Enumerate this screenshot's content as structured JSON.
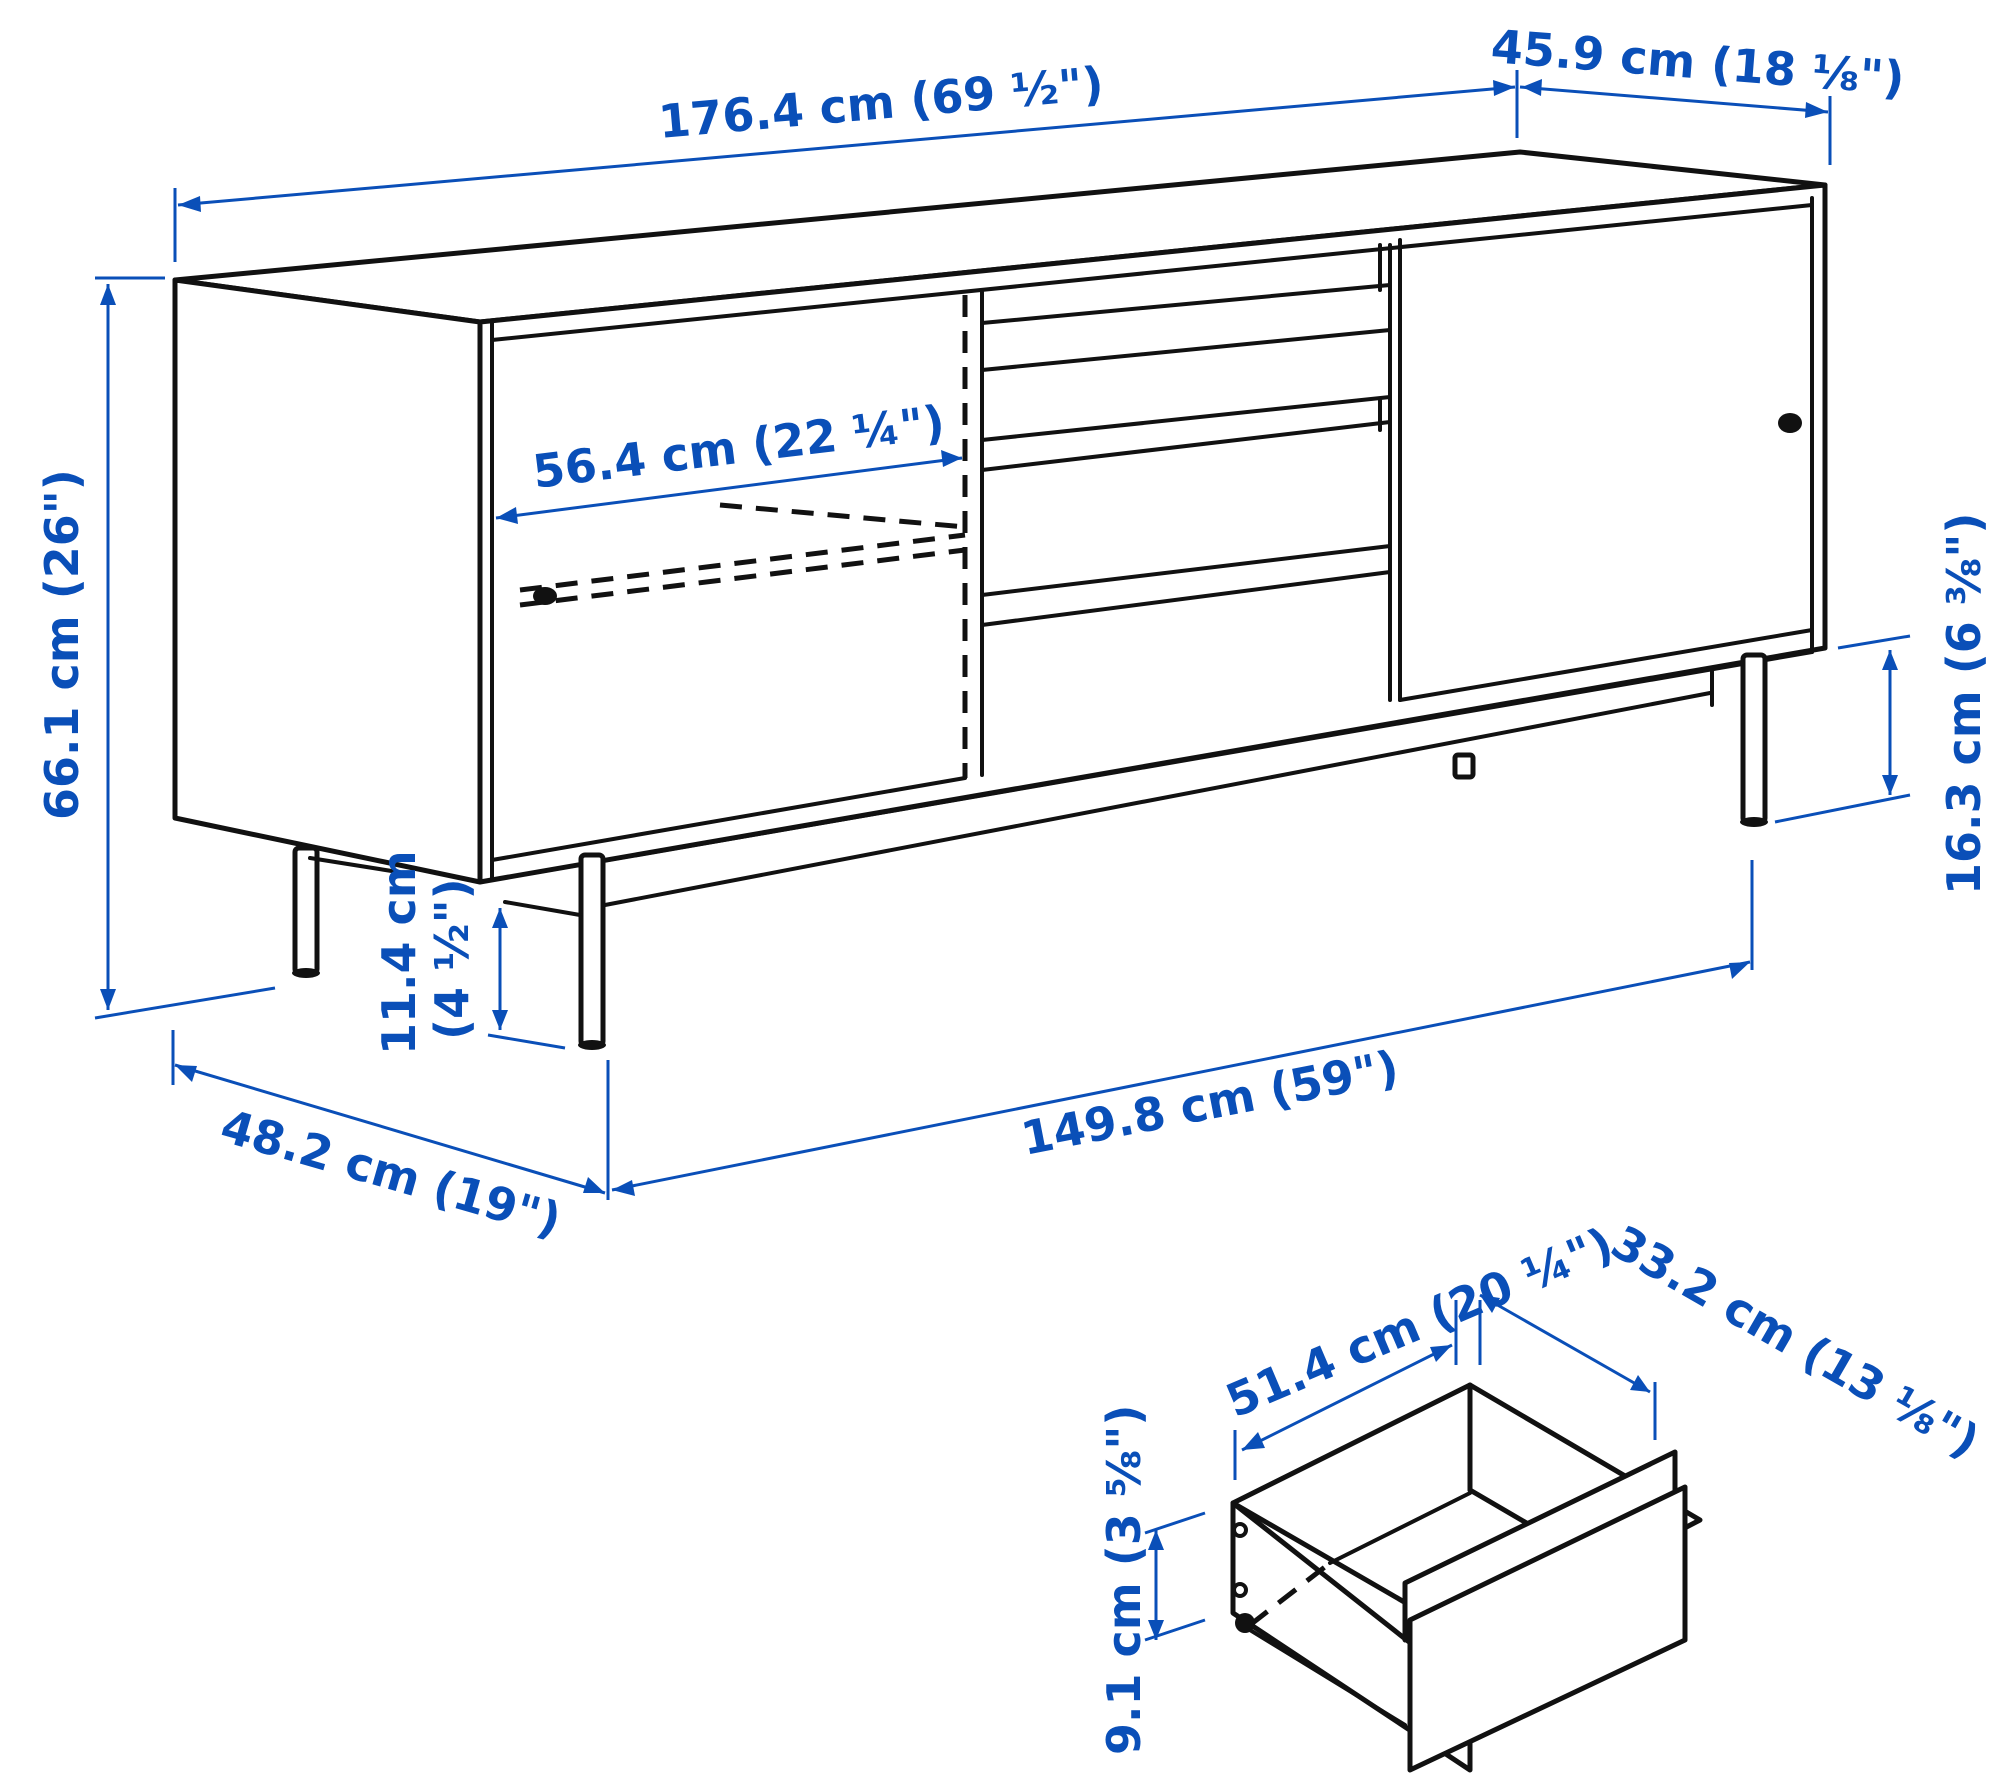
{
  "diagram": {
    "type": "furniture-dimension-drawing",
    "subject": "sideboard with sliding doors and drawers",
    "dimension_color": "#0a4fb8",
    "line_color": "#111111",
    "background": "#ffffff"
  },
  "dimensions": {
    "total_width": "176.4 cm (69 ½\")",
    "depth_top": "45.9 cm (18 ⅛\")",
    "interior_width": "56.4 cm (22 ¼\")",
    "total_height": "66.1 cm (26\")",
    "leg_height_right": "16.3 cm (6 ⅜\")",
    "leg_height_front": "11.4 cm",
    "leg_height_front_in": "(4 ½\")",
    "total_depth": "48.2 cm (19\")",
    "leg_span": "149.8 cm (59\")"
  },
  "drawer": {
    "width": "51.4 cm (20 ¼\")",
    "depth": "33.2 cm (13 ⅛\")",
    "height": "9.1 cm (3 ⅝\")"
  }
}
